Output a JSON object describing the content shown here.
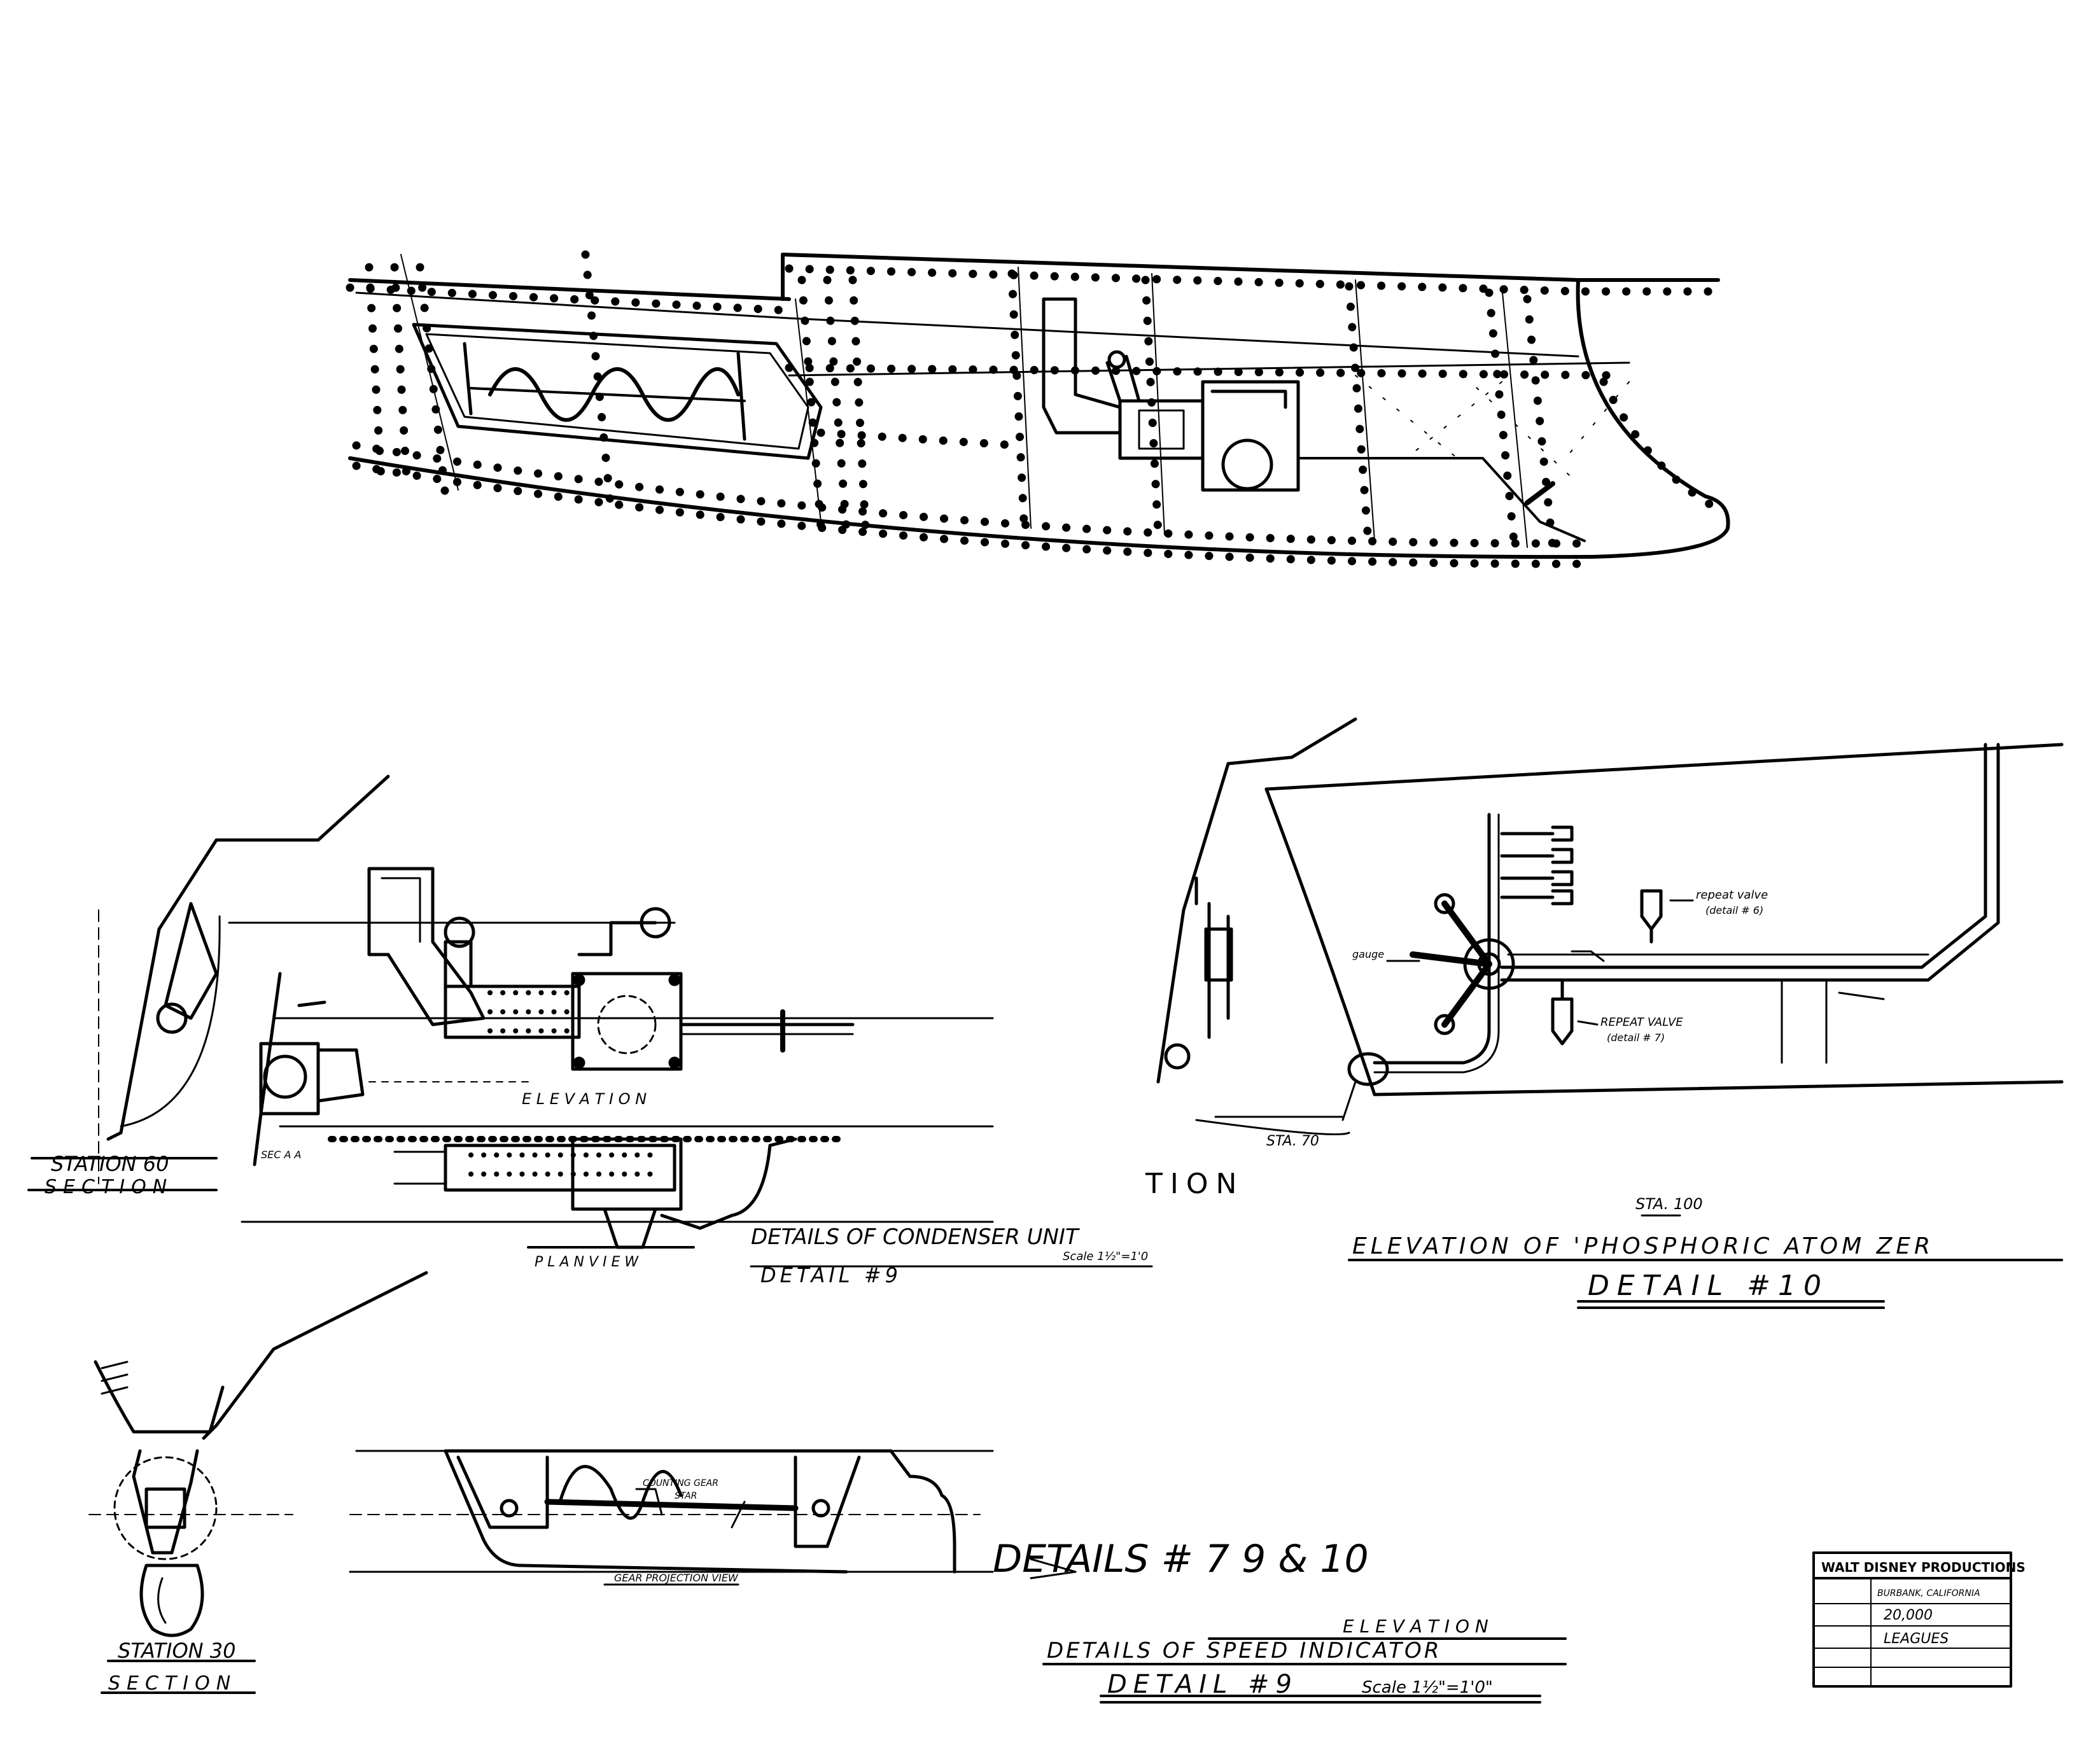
{
  "labels": {
    "condenser_elevation": "E L E V A T I O N",
    "condenser_plan_view": "P L A N   V I E W",
    "condenser_title": "DETAILS OF CONDENSER UNIT",
    "condenser_scale": "Scale 1½\"=1'0",
    "condenser_detail": "DETAIL #9",
    "station_60": "STATION 60",
    "station_60_section": "SECTION",
    "sec_aa": "SEC A A",
    "station_70": "STA. 70",
    "tion_fragment": "TION",
    "sta_100": "STA. 100",
    "repeat_valve_upper": "repeat valve",
    "repeat_valve_upper_sub": "(detail # 6)",
    "repeat_valve_lower": "REPEAT VALVE",
    "repeat_valve_lower_sub": "(detail # 7)",
    "atomizer_side_label": "gauge",
    "atomizer_title": "ELEVATION OF 'PHOSPHORIC ATOM ZER",
    "atomizer_detail": "DETAIL #10",
    "station_30": "STATION 30",
    "station_30_section": "SECTION",
    "speed_gear_label": "COUNTING GEAR",
    "speed_gear_sub": "STAR",
    "speed_gear_projection": "GEAR PROJECTION VIEW",
    "details_banner": "DETAILS # 7 9 & 10",
    "speed_elevation": "E L E V A T I O N",
    "speed_title": "DETAILS OF SPEED INDICATOR",
    "speed_detail": "DETAIL #9",
    "speed_scale": "Scale 1½\"=1'0\""
  },
  "title_block": {
    "studio": "WALT DISNEY PRODUCTIONS",
    "row1": "BURBANK, CALIFORNIA",
    "row2": "20,000",
    "row3": "LEAGUES"
  },
  "colors": {
    "ink": "#000000",
    "paper": "#ffffff"
  }
}
